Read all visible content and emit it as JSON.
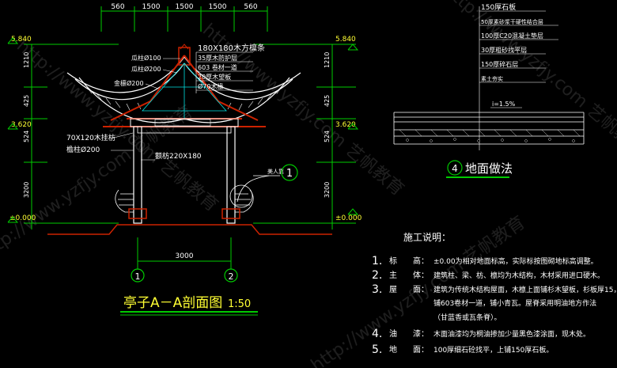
{
  "section": {
    "top_dims": [
      "560",
      "1500",
      "1500",
      "1500",
      "560"
    ],
    "left_elevations": [
      "5.840",
      "3.620",
      "±0.000"
    ],
    "right_elevations": [
      "5.840",
      "3.620",
      "±0.000"
    ],
    "left_vertical_dims": [
      "1210",
      "425",
      "524",
      "3200"
    ],
    "right_vertical_dims": [
      "1210",
      "425",
      "524",
      "3200"
    ],
    "column_span": "3000",
    "axis_labels": [
      "1",
      "2"
    ],
    "roof_notes": [
      "180X180木方檩条",
      "35厚木防护层",
      "603 卷材一道",
      "20厚木望板",
      "Ø70木椽"
    ],
    "member_labels": {
      "ridge_a": "瓜柱Ø100",
      "ridge_b": "瓜柱Ø200",
      "purlin": "金檩Ø200",
      "beam_70": "70X120木挂枋",
      "column": "檐柱Ø200",
      "tie_beam": "额枋220X180"
    },
    "detail_tag": "美人靠",
    "detail_number": "1",
    "title": "亭子A－A剖面图",
    "scale": "1:50"
  },
  "floor_detail": {
    "layers": [
      "150厚石板",
      "50厚素砂浆干硬性结合层",
      "100厚C20混凝土垫层",
      "30厚粗砂找平层",
      "150厚碎石层",
      "素土夯实"
    ],
    "slope": "i=1.5%",
    "number": "4",
    "title": "地面做法"
  },
  "notes": {
    "heading": "施工说明：",
    "items": [
      {
        "num": "1.",
        "label": "标　　高：",
        "text": "±0.00为相对地面标高，实际标按图砌地标高调整。"
      },
      {
        "num": "2.",
        "label": "主　　体：",
        "text": "建筑柱、梁、枋、檩均为木结构，木材采用进口硬木。"
      },
      {
        "num": "3.",
        "label": "屋　　面：",
        "text": "建筑为传统木结构屋面，木檩上面铺杉木望板，杉板厚15，"
      },
      {
        "num": "",
        "label": "",
        "text": "铺603卷材一道，铺小青瓦。屋脊采用明油地方作法"
      },
      {
        "num": "",
        "label": "",
        "text": "（甘蓝香或瓦条脊）。"
      },
      {
        "num": "4.",
        "label": "油　　漆：",
        "text": "木面油漆均为桐油掺加少量黑色漆涂面，现木处。"
      },
      {
        "num": "5.",
        "label": "地　　面：",
        "text": "100厚细石砼找平，上铺150厚石板。"
      }
    ]
  },
  "watermark": "http://www.yzfjy.com  艺帆教育",
  "colors": {
    "bg": "#000000",
    "lines": "#ffffff",
    "dims": "#00cc00",
    "notes": "#ffff33",
    "green_text": "#66ff66",
    "red": "#cc2200",
    "cyan": "#00e0e0",
    "pink": "#ff66cc"
  }
}
